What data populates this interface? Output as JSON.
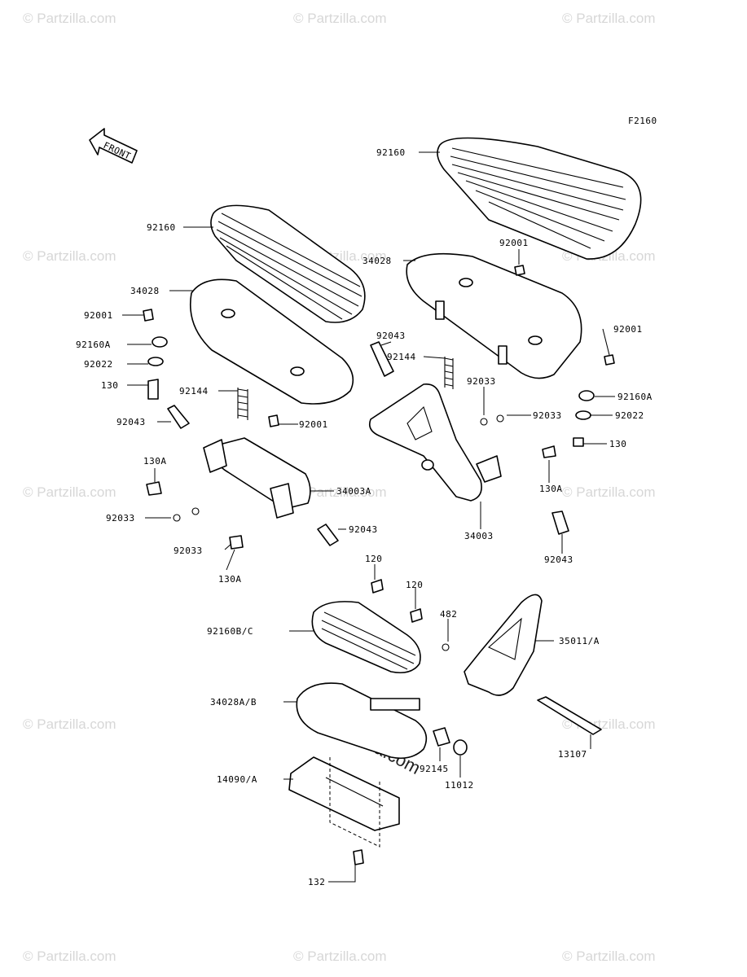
{
  "figure_code": "F2160",
  "front_label": "FRONT",
  "watermark": "© Partzilla.com",
  "parts": {
    "p92160_rt": "92160",
    "p92160_lt": "92160",
    "p92001_1": "92001",
    "p92001_2": "92001",
    "p92001_3": "92001",
    "p92001_4": "92001",
    "p34028_rt": "34028",
    "p34028_lt": "34028",
    "p92160A_lt": "92160A",
    "p92160A_rt": "92160A",
    "p92022_lt": "92022",
    "p92022_rt": "92022",
    "p130_lt": "130",
    "p130_rt": "130",
    "p92144_lt": "92144",
    "p92144_rt": "92144",
    "p92043_1": "92043",
    "p92043_2": "92043",
    "p92043_3": "92043",
    "p92043_4": "92043",
    "p130A_1": "130A",
    "p130A_2": "130A",
    "p130A_3": "130A",
    "p34003A": "34003A",
    "p92033_1": "92033",
    "p92033_2": "92033",
    "p92033_3": "92033",
    "p92033_4": "92033",
    "p34003": "34003",
    "p120_1": "120",
    "p120_2": "120",
    "p482": "482",
    "p35011A": "35011/A",
    "p92160BC": "92160B/C",
    "p34028AB": "34028A/B",
    "p92145": "92145",
    "p11012": "11012",
    "p13107": "13107",
    "p14090A": "14090/A",
    "p132": "132"
  }
}
